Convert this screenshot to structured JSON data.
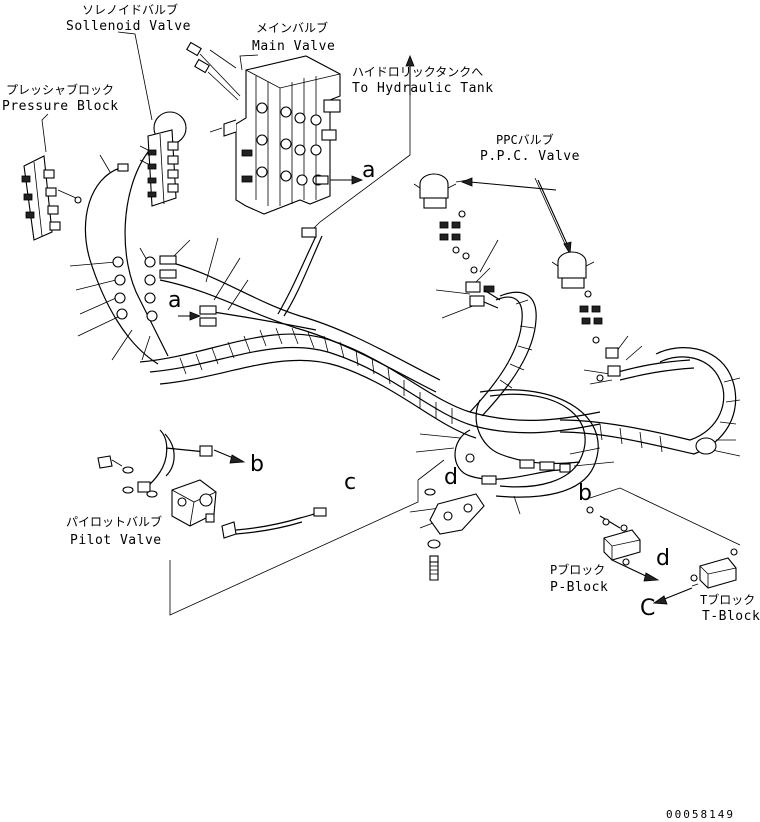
{
  "labels": {
    "solenoid_valve_jp": "ソレノイドバルブ",
    "solenoid_valve_en": "Sollenoid Valve",
    "main_valve_jp": "メインバルブ",
    "main_valve_en": "Main Valve",
    "pressure_block_jp": "プレッシャブロック",
    "pressure_block_en": "Pressure Block",
    "hydraulic_tank_jp": "ハイドロリックタンクへ",
    "hydraulic_tank_en": "To Hydraulic Tank",
    "ppc_valve_jp": "PPCバルブ",
    "ppc_valve_en": "P.P.C. Valve",
    "pilot_valve_jp": "パイロットバルブ",
    "pilot_valve_en": "Pilot Valve",
    "p_block_jp": "Pブロック",
    "p_block_en": "P-Block",
    "t_block_jp": "Tブロック",
    "t_block_en": "T-Block"
  },
  "references": {
    "a_main": "a",
    "a_hose": "a",
    "b_pilot": "b",
    "b_block": "b",
    "c_pilot": "c",
    "c_tblock": "C",
    "d_upper": "d",
    "d_lower": "d"
  },
  "drawing_code": "00058149"
}
